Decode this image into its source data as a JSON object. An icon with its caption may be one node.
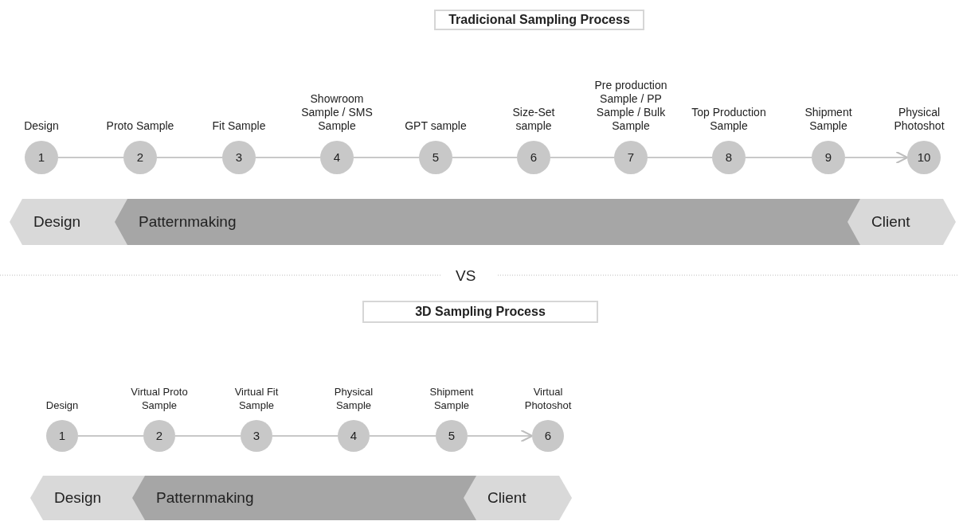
{
  "diagram": {
    "nodes": [
      {
        "text": [
          "Tradicional Sampling Process"
        ]
      },
      {
        "text": [
          "1"
        ],
        "beside": [
          "Design"
        ]
      },
      {
        "text": [
          "2"
        ],
        "beside": [
          "Proto Sample"
        ]
      },
      {
        "text": [
          "3"
        ],
        "beside": [
          "Fit Sample"
        ]
      },
      {
        "text": [
          "4"
        ],
        "beside": [
          "Showroom Sample / SMS Sample"
        ]
      },
      {
        "text": [
          "5"
        ],
        "beside": [
          "GPT sample"
        ]
      },
      {
        "text": [
          "6"
        ],
        "beside": [
          "Size-Set sample"
        ]
      },
      {
        "text": [
          "7"
        ],
        "beside": [
          "Pre production Sample / PP Sample / Bulk Sample"
        ]
      },
      {
        "text": [
          "8"
        ],
        "beside": [
          "Top Production Sample"
        ]
      },
      {
        "text": [
          "9"
        ],
        "beside": [
          "Shipment Sample"
        ]
      },
      {
        "text": [
          "10"
        ],
        "beside": [
          "Physical Photoshot"
        ]
      },
      {
        "text": [
          "Design"
        ]
      },
      {
        "text": [
          "Patternmaking"
        ]
      },
      {
        "text": [
          "Client"
        ]
      },
      {
        "text": [
          "3D Sampling Process"
        ]
      },
      {
        "text": [
          "1"
        ],
        "beside": [
          "Design"
        ]
      },
      {
        "text": [
          "2"
        ],
        "beside": [
          "Virtual Proto Sample"
        ]
      },
      {
        "text": [
          "3"
        ],
        "beside": [
          "Virtual Fit Sample"
        ]
      },
      {
        "text": [
          "4"
        ],
        "beside": [
          "Physical Sample"
        ]
      },
      {
        "text": [
          "5"
        ],
        "beside": [
          "Shipment Sample"
        ]
      },
      {
        "text": [
          "6"
        ],
        "beside": [
          "Virtual Photoshot"
        ]
      },
      {
        "text": [
          "Design"
        ]
      },
      {
        "text": [
          "Patternmaking"
        ]
      },
      {
        "text": [
          "Client"
        ]
      }
    ],
    "edges": [
      {
        "from": 1,
        "to": 2,
        "arrow": "none"
      },
      {
        "from": 2,
        "to": 3,
        "arrow": "none"
      },
      {
        "from": 3,
        "to": 4,
        "arrow": "none"
      },
      {
        "from": 4,
        "to": 5,
        "arrow": "none"
      },
      {
        "from": 5,
        "to": 6,
        "arrow": "none"
      },
      {
        "from": 6,
        "to": 7,
        "arrow": "none"
      },
      {
        "from": 7,
        "to": 8,
        "arrow": "none"
      },
      {
        "from": 8,
        "to": 9,
        "arrow": "none"
      },
      {
        "from": 9,
        "to": 10,
        "arrow": "to"
      },
      {
        "from": 15,
        "to": 16,
        "arrow": "none"
      },
      {
        "from": 16,
        "to": 17,
        "arrow": "none"
      },
      {
        "from": 17,
        "to": 18,
        "arrow": "none"
      },
      {
        "from": 18,
        "to": 19,
        "arrow": "none"
      },
      {
        "from": 19,
        "to": 20,
        "arrow": "to"
      }
    ],
    "labels": [
      "VS"
    ]
  }
}
